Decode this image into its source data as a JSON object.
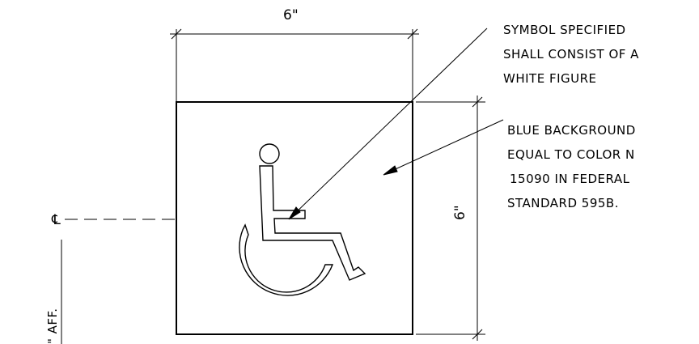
{
  "dimensions": {
    "top_width": "6\"",
    "right_height": "6\""
  },
  "centerline_symbol": "℄",
  "height_note": "\" AFF.",
  "notes": {
    "symbol": [
      "SYMBOL SPECIFIED",
      "SHALL CONSIST OF A",
      "WHITE FIGURE"
    ],
    "background": [
      "BLUE BACKGROUND",
      "EQUAL TO COLOR N",
      "15090 IN FEDERAL",
      "STANDARD 595B."
    ]
  },
  "colors": {
    "line": "#000000",
    "paper": "#ffffff"
  }
}
